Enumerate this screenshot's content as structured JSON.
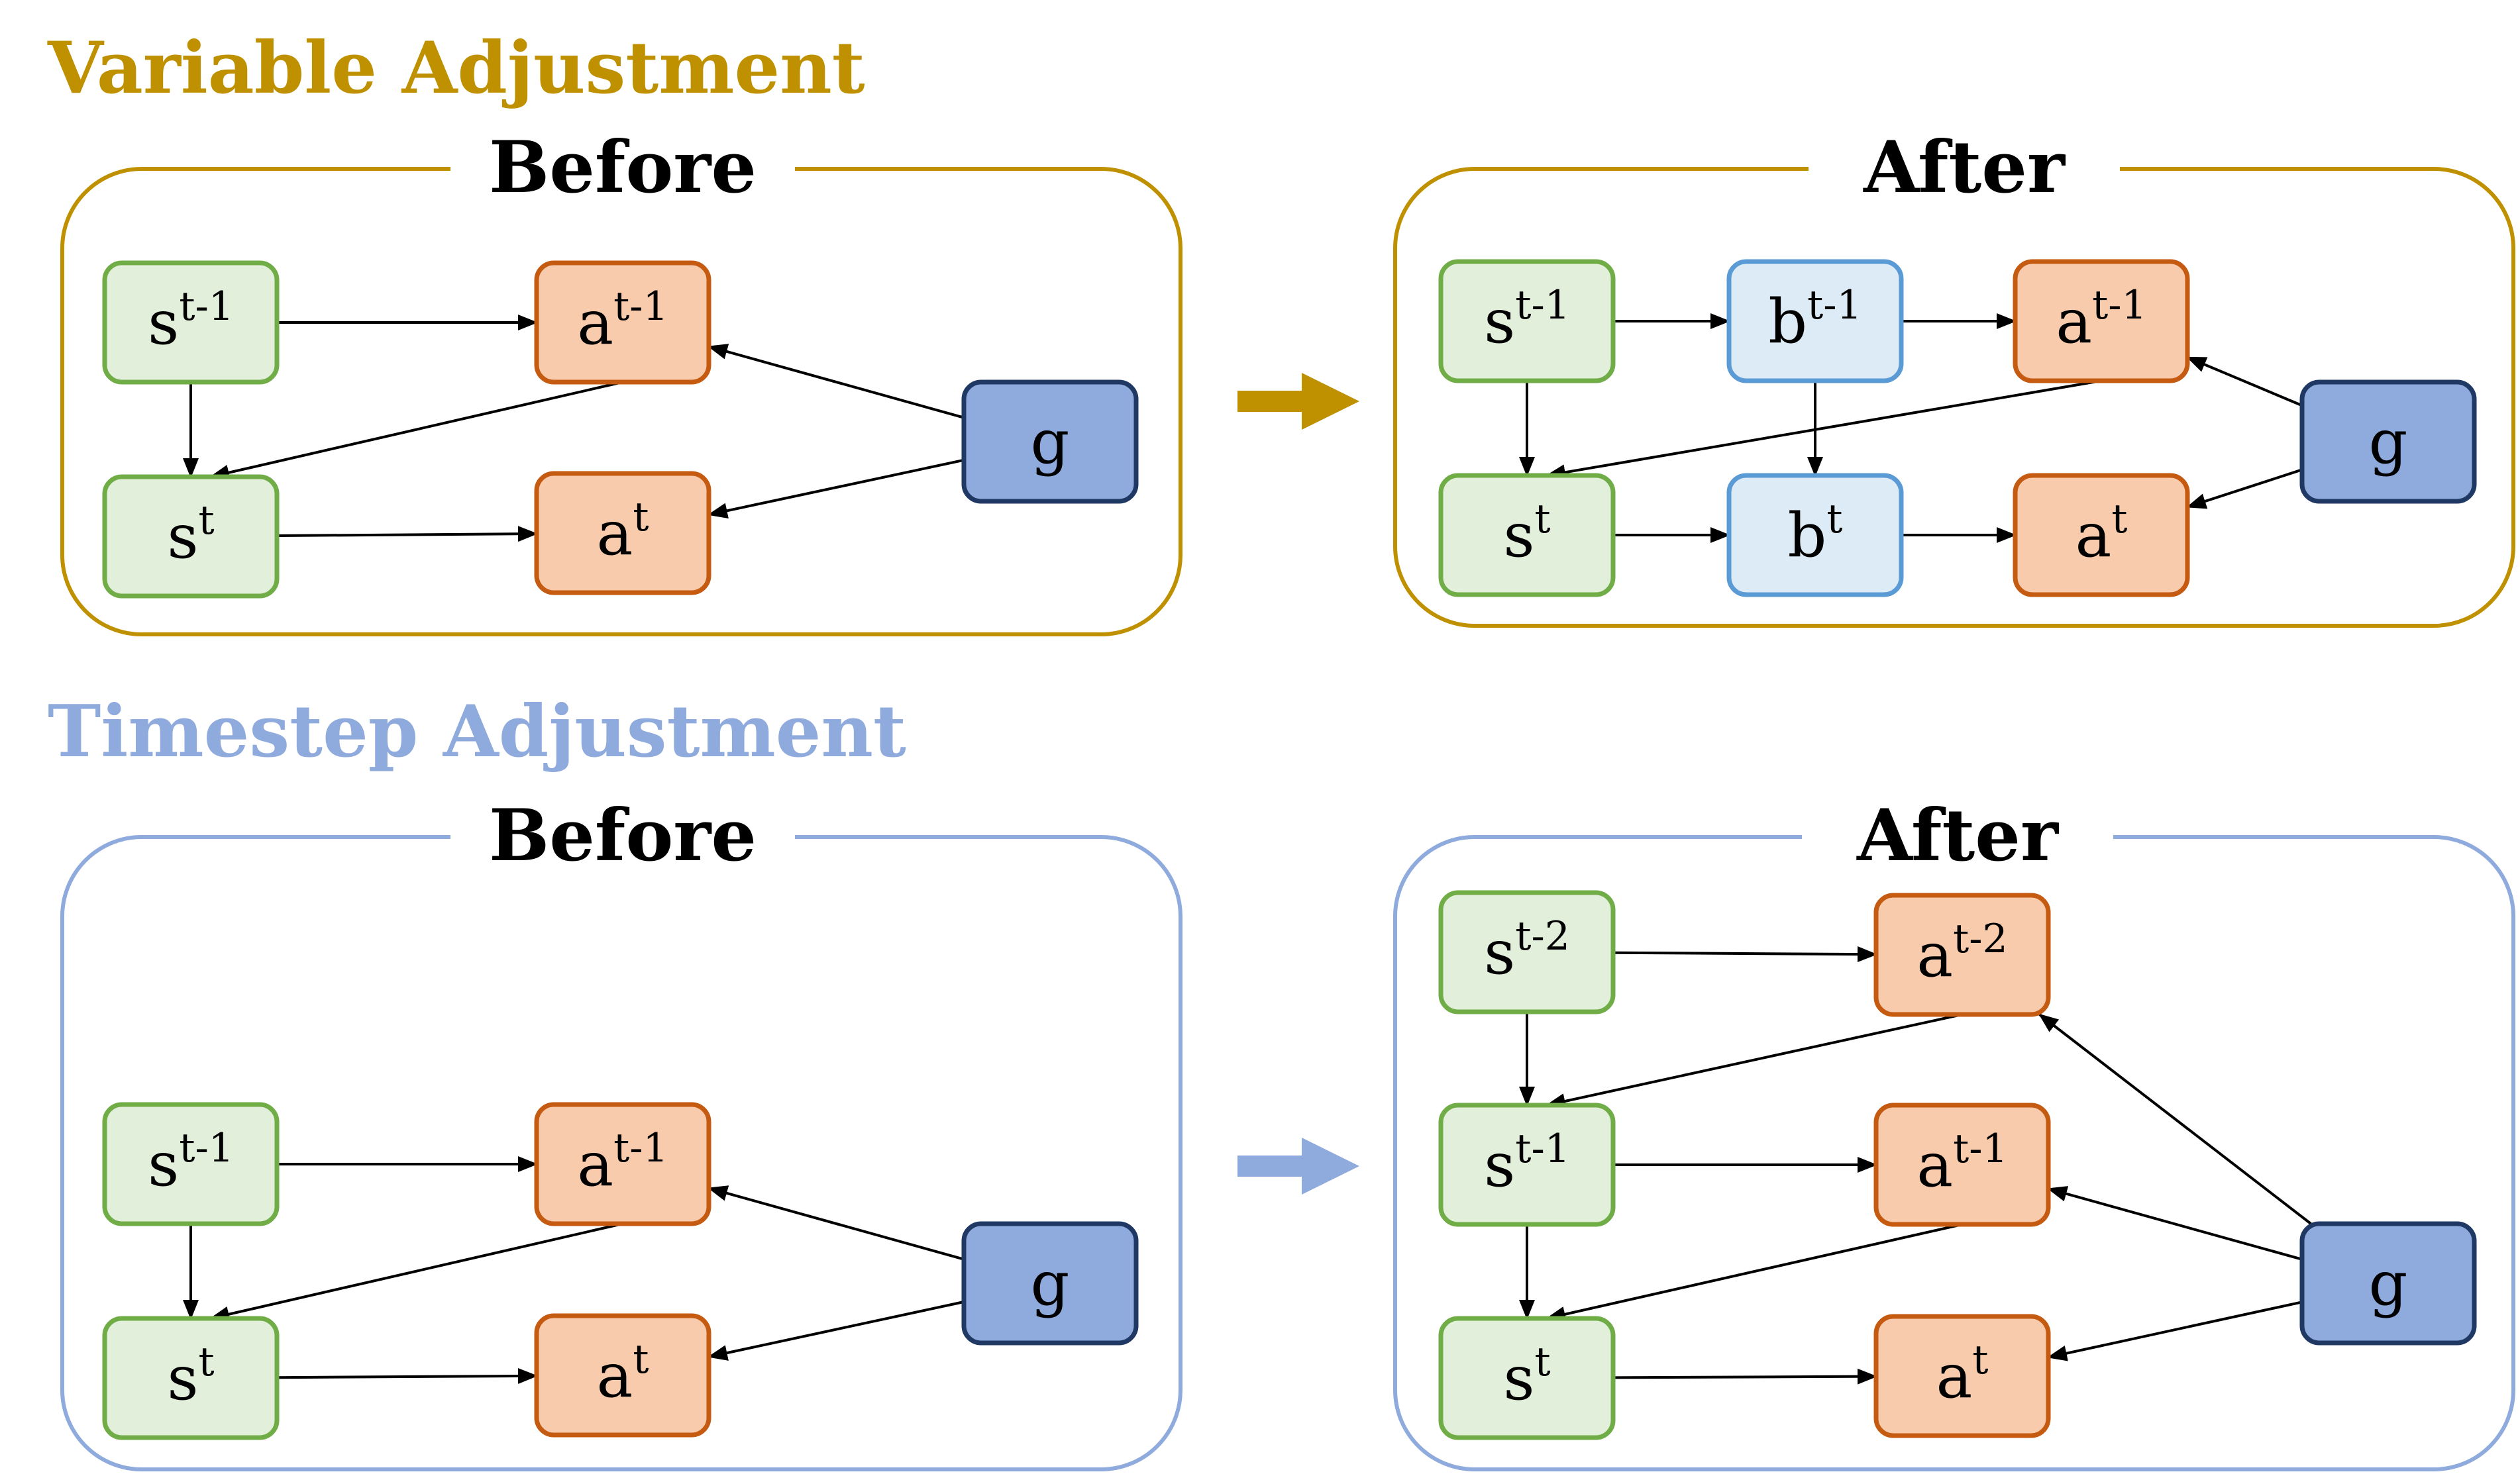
{
  "colors": {
    "variable_accent": "#BF9000",
    "timestep_accent": "#8FAADC",
    "state_fill": "#E2EFDA",
    "state_border": "#70AD47",
    "action_fill": "#F8CBAD",
    "action_border": "#C55A11",
    "belief_fill": "#DDEBF7",
    "belief_border": "#5B9BD5",
    "goal_fill": "#8FAADC",
    "goal_border": "#1F3864",
    "edge": "#000000"
  },
  "sections": [
    {
      "title": "Variable Adjustment",
      "accent": "#BF9000",
      "panels": [
        {
          "label": "Before",
          "nodes": [
            {
              "id": "s_tm1",
              "kind": "state",
              "base": "s",
              "sup": "t-1"
            },
            {
              "id": "a_tm1",
              "kind": "action",
              "base": "a",
              "sup": "t-1"
            },
            {
              "id": "s_t",
              "kind": "state",
              "base": "s",
              "sup": "t"
            },
            {
              "id": "a_t",
              "kind": "action",
              "base": "a",
              "sup": "t"
            },
            {
              "id": "g",
              "kind": "goal",
              "base": "g",
              "sup": ""
            }
          ],
          "edges": [
            [
              "s_tm1",
              "a_tm1"
            ],
            [
              "s_tm1",
              "s_t"
            ],
            [
              "a_tm1",
              "s_t"
            ],
            [
              "s_t",
              "a_t"
            ],
            [
              "g",
              "a_tm1"
            ],
            [
              "g",
              "a_t"
            ]
          ]
        },
        {
          "label": "After",
          "nodes": [
            {
              "id": "s_tm1",
              "kind": "state",
              "base": "s",
              "sup": "t-1"
            },
            {
              "id": "b_tm1",
              "kind": "belief",
              "base": "b",
              "sup": "t-1"
            },
            {
              "id": "a_tm1",
              "kind": "action",
              "base": "a",
              "sup": "t-1"
            },
            {
              "id": "s_t",
              "kind": "state",
              "base": "s",
              "sup": "t"
            },
            {
              "id": "b_t",
              "kind": "belief",
              "base": "b",
              "sup": "t"
            },
            {
              "id": "a_t",
              "kind": "action",
              "base": "a",
              "sup": "t"
            },
            {
              "id": "g",
              "kind": "goal",
              "base": "g",
              "sup": ""
            }
          ],
          "edges": [
            [
              "s_tm1",
              "b_tm1"
            ],
            [
              "b_tm1",
              "a_tm1"
            ],
            [
              "s_tm1",
              "s_t"
            ],
            [
              "b_tm1",
              "b_t"
            ],
            [
              "a_tm1",
              "s_t"
            ],
            [
              "s_t",
              "b_t"
            ],
            [
              "b_t",
              "a_t"
            ],
            [
              "g",
              "a_tm1"
            ],
            [
              "g",
              "a_t"
            ]
          ]
        }
      ]
    },
    {
      "title": "Timestep Adjustment",
      "accent": "#8FAADC",
      "panels": [
        {
          "label": "Before",
          "nodes": [
            {
              "id": "s_tm1",
              "kind": "state",
              "base": "s",
              "sup": "t-1"
            },
            {
              "id": "a_tm1",
              "kind": "action",
              "base": "a",
              "sup": "t-1"
            },
            {
              "id": "s_t",
              "kind": "state",
              "base": "s",
              "sup": "t"
            },
            {
              "id": "a_t",
              "kind": "action",
              "base": "a",
              "sup": "t"
            },
            {
              "id": "g",
              "kind": "goal",
              "base": "g",
              "sup": ""
            }
          ],
          "edges": [
            [
              "s_tm1",
              "a_tm1"
            ],
            [
              "s_tm1",
              "s_t"
            ],
            [
              "a_tm1",
              "s_t"
            ],
            [
              "s_t",
              "a_t"
            ],
            [
              "g",
              "a_tm1"
            ],
            [
              "g",
              "a_t"
            ]
          ]
        },
        {
          "label": "After",
          "nodes": [
            {
              "id": "s_tm2",
              "kind": "state",
              "base": "s",
              "sup": "t-2"
            },
            {
              "id": "a_tm2",
              "kind": "action",
              "base": "a",
              "sup": "t-2"
            },
            {
              "id": "s_tm1",
              "kind": "state",
              "base": "s",
              "sup": "t-1"
            },
            {
              "id": "a_tm1",
              "kind": "action",
              "base": "a",
              "sup": "t-1"
            },
            {
              "id": "s_t",
              "kind": "state",
              "base": "s",
              "sup": "t"
            },
            {
              "id": "a_t",
              "kind": "action",
              "base": "a",
              "sup": "t"
            },
            {
              "id": "g",
              "kind": "goal",
              "base": "g",
              "sup": ""
            }
          ],
          "edges": [
            [
              "s_tm2",
              "a_tm2"
            ],
            [
              "s_tm2",
              "s_tm1"
            ],
            [
              "a_tm2",
              "s_tm1"
            ],
            [
              "s_tm1",
              "a_tm1"
            ],
            [
              "s_tm1",
              "s_t"
            ],
            [
              "a_tm1",
              "s_t"
            ],
            [
              "s_t",
              "a_t"
            ],
            [
              "g",
              "a_tm2"
            ],
            [
              "g",
              "a_tm1"
            ],
            [
              "g",
              "a_t"
            ]
          ]
        }
      ]
    }
  ]
}
